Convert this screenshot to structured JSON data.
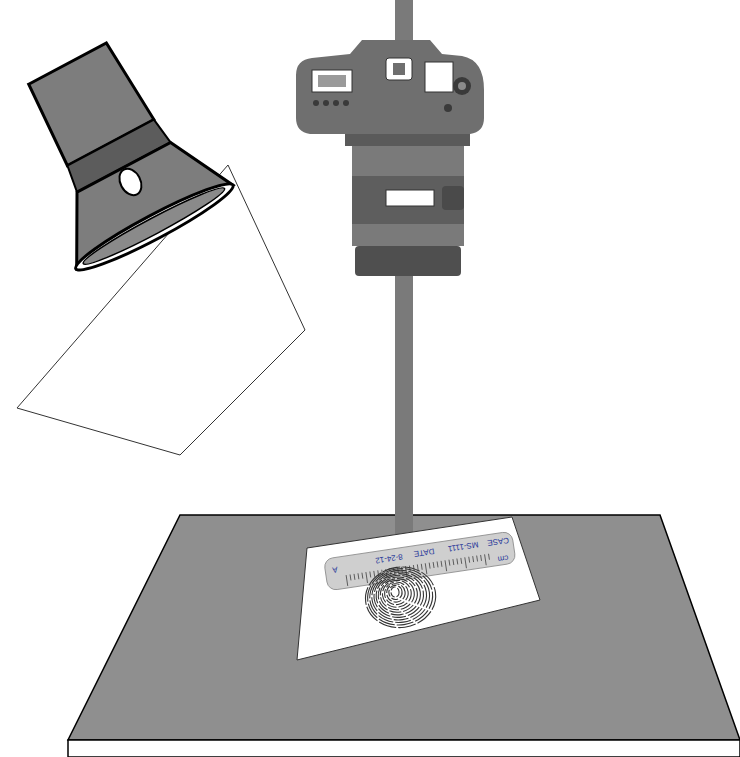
{
  "diagram": {
    "labels": [
      "CASE",
      "MS-1111",
      "DATE",
      "8-24-12",
      "A",
      "cm"
    ]
  }
}
